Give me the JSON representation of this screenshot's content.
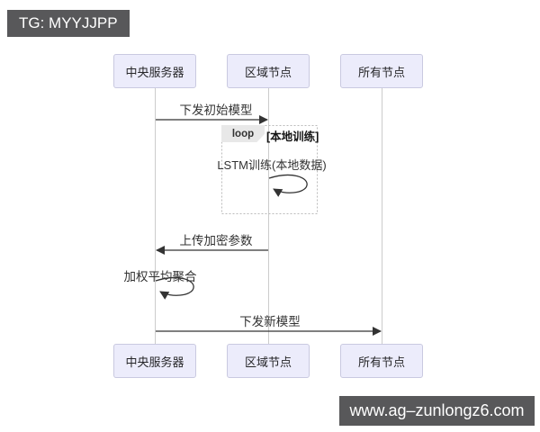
{
  "watermark_top": {
    "label": "TG: MYYJJPP"
  },
  "watermark_bottom": {
    "label": "www.ag–zunlongz6.com"
  },
  "diagram": {
    "type": "sequence",
    "actors": [
      {
        "id": "central-server",
        "label": "中央服务器"
      },
      {
        "id": "regional-node",
        "label": "区域节点"
      },
      {
        "id": "all-nodes",
        "label": "所有节点"
      }
    ],
    "messages": [
      {
        "from": "中央服务器",
        "to": "区域节点",
        "label": "下发初始模型",
        "kind": "solid-arrow"
      },
      {
        "from": "区域节点",
        "to": "区域节点",
        "label": "LSTM训练(本地数据)",
        "kind": "self-loop"
      },
      {
        "from": "区域节点",
        "to": "中央服务器",
        "label": "上传加密参数",
        "kind": "solid-arrow"
      },
      {
        "from": "中央服务器",
        "to": "中央服务器",
        "label": "加权平均聚合",
        "kind": "self-loop"
      },
      {
        "from": "中央服务器",
        "to": "所有节点",
        "label": "下发新模型",
        "kind": "solid-arrow"
      }
    ],
    "loop_frame": {
      "keyword": "loop",
      "condition": "[本地训练]"
    }
  },
  "colors": {
    "watermark_bg": "#58585a",
    "watermark_fg": "#ffffff",
    "actor_fill": "#ececfb",
    "actor_border": "#c9c9e0",
    "lifeline": "#cccccc",
    "message_line": "#333333",
    "loop_border": "#bbbbbb",
    "loop_tab_fill": "#e8e8e8"
  }
}
